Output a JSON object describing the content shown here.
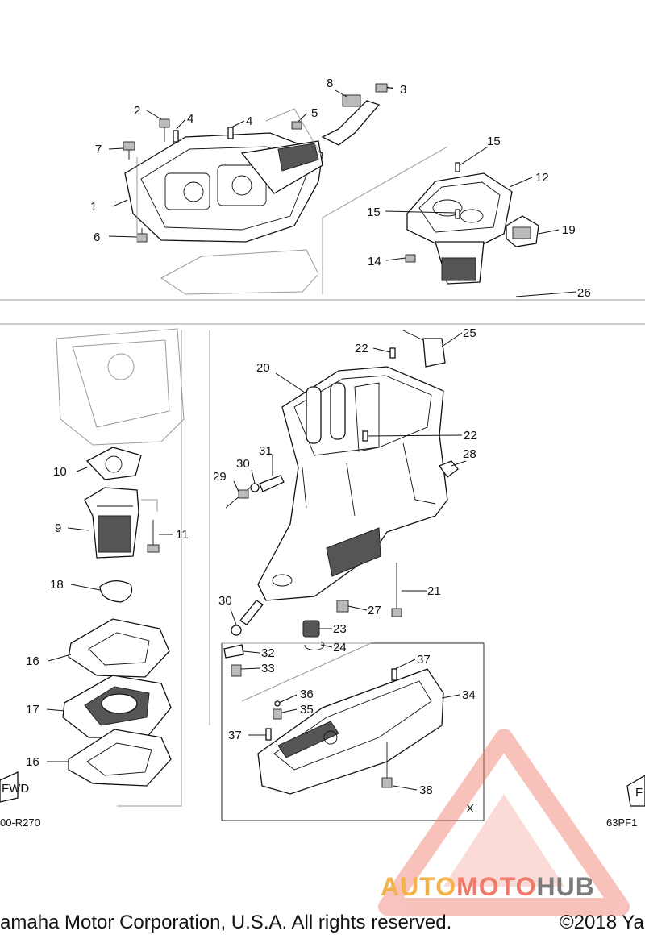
{
  "callouts": {
    "c1": "1",
    "c2": "2",
    "c3": "3",
    "c4a": "4",
    "c4b": "4",
    "c5": "5",
    "c6": "6",
    "c7": "7",
    "c8": "8",
    "c9": "9",
    "c10": "10",
    "c11": "11",
    "c12": "12",
    "c14": "14",
    "c15a": "15",
    "c15b": "15",
    "c16a": "16",
    "c16b": "16",
    "c17": "17",
    "c18": "18",
    "c19": "19",
    "c20": "20",
    "c21": "21",
    "c22a": "22",
    "c22b": "22",
    "c23": "23",
    "c24": "24",
    "c25": "25",
    "c26": "26",
    "c27": "27",
    "c28": "28",
    "c29": "29",
    "c30a": "30",
    "c30b": "30",
    "c31": "31",
    "c32": "32",
    "c33": "33",
    "c34": "34",
    "c35": "35",
    "c36": "36",
    "c37a": "37",
    "c37b": "37",
    "c38": "38",
    "cx": "X"
  },
  "fwd_left": "FWD",
  "fwd_right": "F",
  "ref_left": "00-R270",
  "ref_right": "63PF1",
  "logo": {
    "auto": "AUTO",
    "moto": "MOTO",
    "hub": "HUB"
  },
  "footer_left": "amaha Motor Corporation, U.S.A. All rights reserved.",
  "footer_right": "©2018 Ya",
  "colors": {
    "watermark": "#f07a6a",
    "logo_auto": "#f3b24a",
    "logo_hub": "#7a7a7a"
  }
}
